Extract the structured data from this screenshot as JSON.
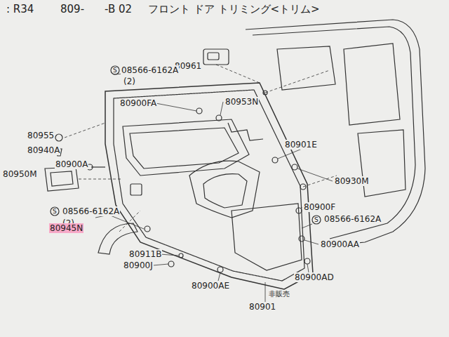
{
  "diagram": {
    "title": "フロント ドア トリミング<トリム>",
    "labels": [
      ": R34",
      "809-",
      "-B 02",
      "80961",
      "S",
      "08566-6162A",
      "(2)",
      "80900FA",
      "80953N",
      "80955",
      "80940A",
      "80900A",
      "80901E",
      "80950M",
      "80930M",
      "80900F",
      "S",
      "08566-6162A",
      "(2)",
      "S",
      "08566-6162A",
      "80945N",
      "80900AA",
      "80911B",
      "80900J",
      "80900AD",
      "80900AE",
      "非販売",
      "80901"
    ]
  }
}
